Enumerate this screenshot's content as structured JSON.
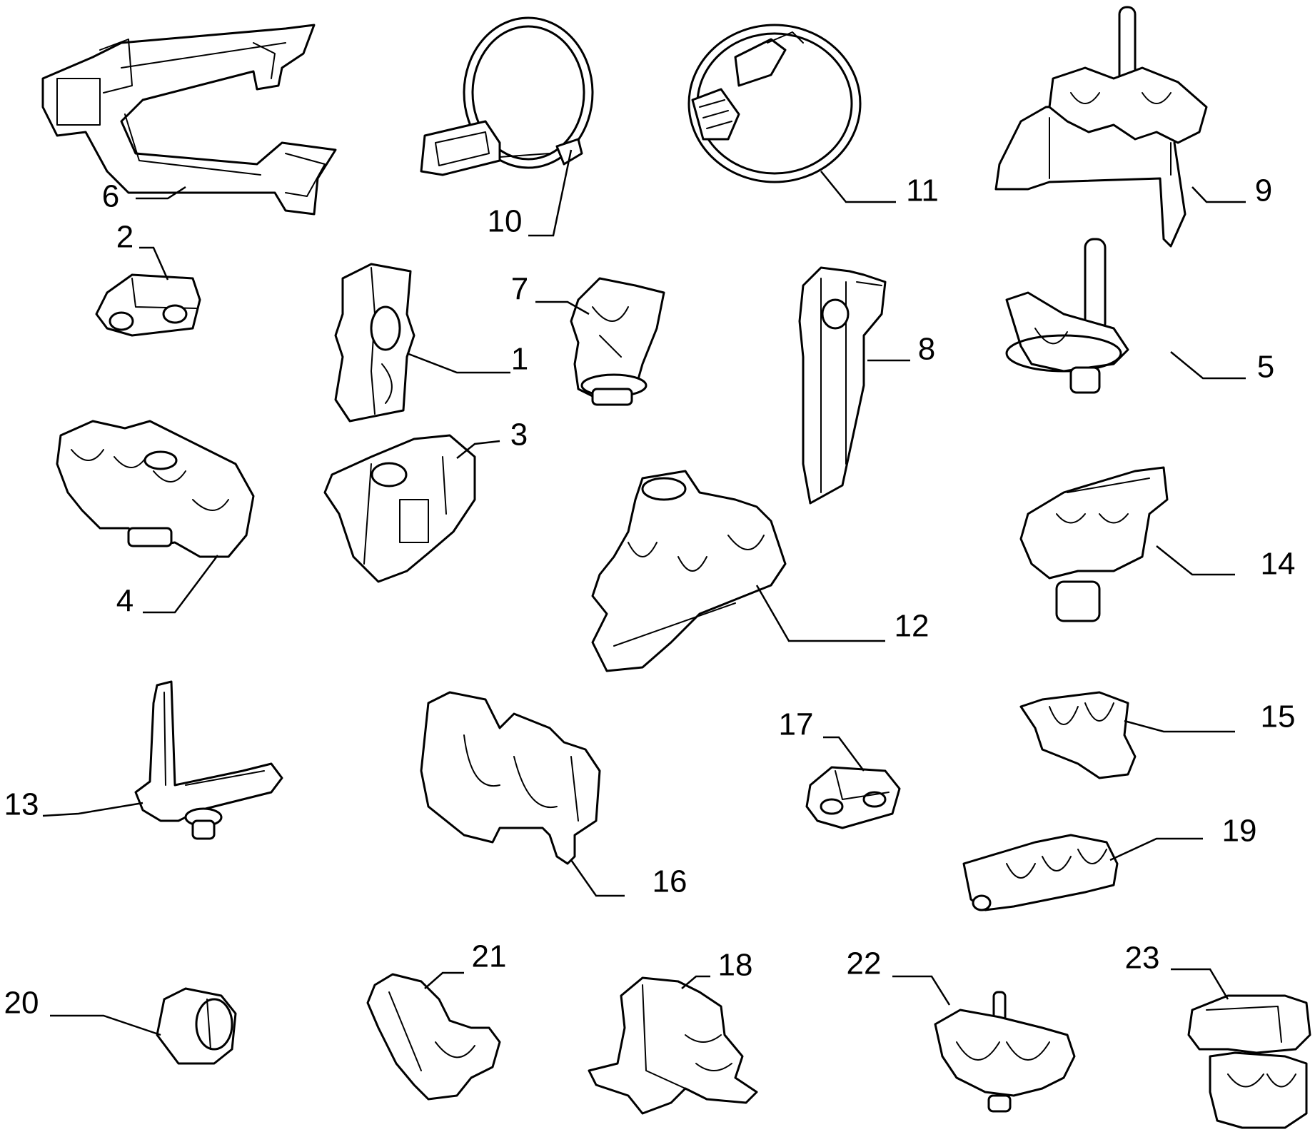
{
  "callouts": [
    {
      "id": "p1",
      "label": "1"
    },
    {
      "id": "p2",
      "label": "2"
    },
    {
      "id": "p3",
      "label": "3"
    },
    {
      "id": "p4",
      "label": "4"
    },
    {
      "id": "p5",
      "label": "5"
    },
    {
      "id": "p6",
      "label": "6"
    },
    {
      "id": "p7",
      "label": "7"
    },
    {
      "id": "p8",
      "label": "8"
    },
    {
      "id": "p9",
      "label": "9"
    },
    {
      "id": "p10",
      "label": "10"
    },
    {
      "id": "p11",
      "label": "11"
    },
    {
      "id": "p12",
      "label": "12"
    },
    {
      "id": "p13",
      "label": "13"
    },
    {
      "id": "p14",
      "label": "14"
    },
    {
      "id": "p15",
      "label": "15"
    },
    {
      "id": "p16",
      "label": "16"
    },
    {
      "id": "p17",
      "label": "17"
    },
    {
      "id": "p18",
      "label": "18"
    },
    {
      "id": "p19",
      "label": "19"
    },
    {
      "id": "p20",
      "label": "20"
    },
    {
      "id": "p21",
      "label": "21"
    },
    {
      "id": "p22",
      "label": "22"
    },
    {
      "id": "p23",
      "label": "23"
    }
  ],
  "colors": {
    "line": "#000000",
    "background": "#ffffff"
  }
}
